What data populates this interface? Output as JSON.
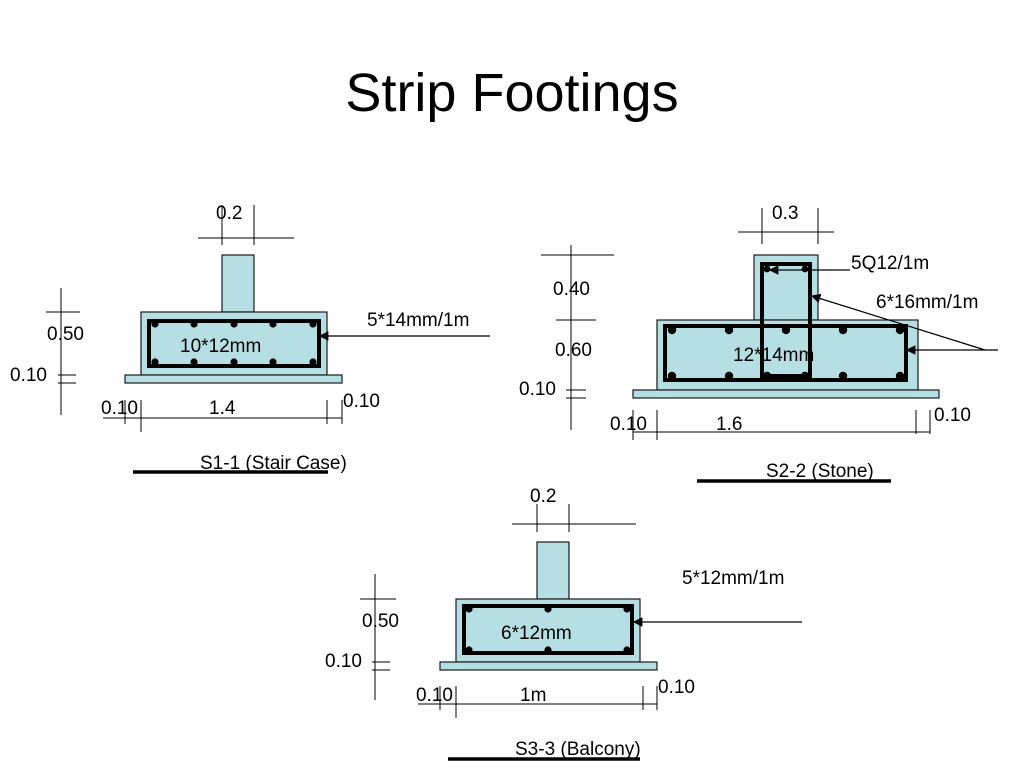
{
  "title": "Strip Footings",
  "s1": {
    "col_width": "0.2",
    "rebar_note": "5*14mm/1m",
    "height_label": "0.50",
    "base_label": "0.10",
    "inner_label": "10*12mm",
    "left_offset": "0.10",
    "width_label": "1.4",
    "right_offset": "0.10",
    "section_label": "S1-1 (Stair Case)"
  },
  "s2": {
    "col_width": "0.3",
    "stirrup_note": "5Q12/1m",
    "rebar_note": "6*16mm/1m",
    "col_height_label": "0.40",
    "height_label": "0.60",
    "base_label": "0.10",
    "inner_label": "12*14mm",
    "left_offset": "0.10",
    "width_label": "1.6",
    "right_offset": "0.10",
    "section_label": "S2-2 (Stone)"
  },
  "s3": {
    "col_width": "0.2",
    "rebar_note": "5*12mm/1m",
    "height_label": "0.50",
    "base_label": "0.10",
    "inner_label": "6*12mm",
    "left_offset": "0.10",
    "width_label": "1m",
    "right_offset": "0.10",
    "section_label": "S3-3 (Balcony)"
  }
}
